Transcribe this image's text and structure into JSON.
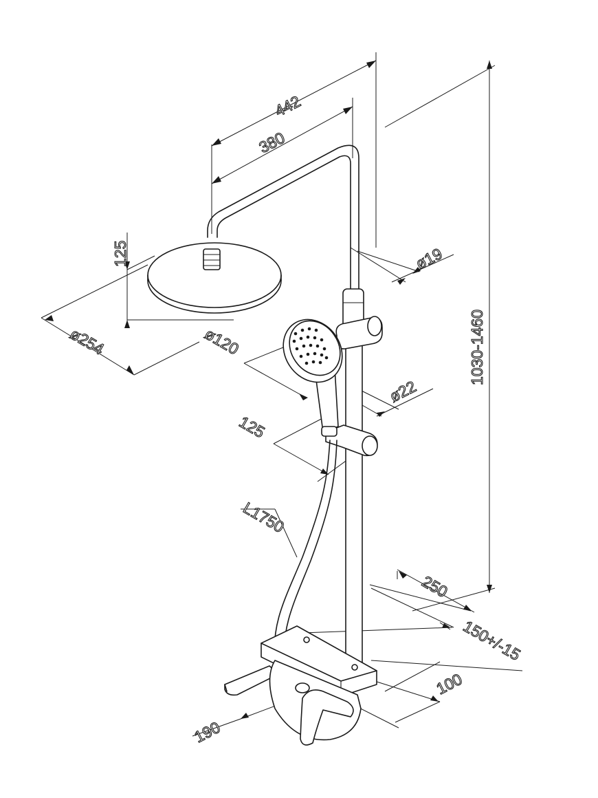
{
  "diagram": {
    "subject": "shower system with overhead rain shower, hand shower, slide rail and thermostatic bath mixer with shelf",
    "dimensions": [
      {
        "id": "dim-442",
        "label": "442"
      },
      {
        "id": "dim-380",
        "label": "380"
      },
      {
        "id": "dim-125-head",
        "label": "125"
      },
      {
        "id": "dim-d19",
        "label": "ø19"
      },
      {
        "id": "dim-d254",
        "label": "ø254"
      },
      {
        "id": "dim-d120",
        "label": "ø120"
      },
      {
        "id": "dim-d22",
        "label": "ø22"
      },
      {
        "id": "dim-125-hand",
        "label": "125"
      },
      {
        "id": "dim-height",
        "label": "1030-1460"
      },
      {
        "id": "dim-hose",
        "label": "L1750"
      },
      {
        "id": "dim-250",
        "label": "250"
      },
      {
        "id": "dim-150",
        "label": "150+/-15"
      },
      {
        "id": "dim-100",
        "label": "100"
      },
      {
        "id": "dim-190",
        "label": "190"
      }
    ]
  }
}
